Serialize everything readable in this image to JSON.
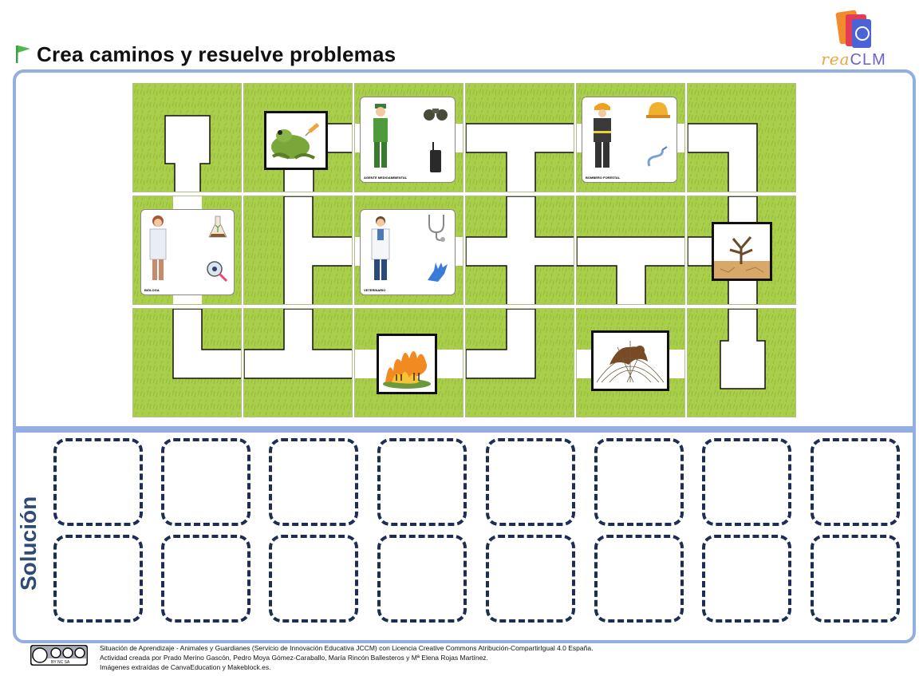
{
  "header": {
    "title": "Crea caminos y resuelve problemas",
    "logo_part1": "rea",
    "logo_part2": "CLM"
  },
  "solution": {
    "title": "Solución"
  },
  "professions": {
    "agente": "AGENTE MEDIOAMBIENTAL",
    "bombero": "BOMBERO FORESTAL",
    "biologa": "BIÓLOGA",
    "veterinario": "VETERINARIO"
  },
  "footer": {
    "line1": "Situación de Aprendizaje - Animales y Guardianes (Servicio de Innovación Educativa JCCM) con Licencia Creative Commons Atribución-CompartirIgual 4.0 España.",
    "line2": "Actividad creada por Prado Merino Gascón, Pedro Moya Gómez-Caraballo, María Rincón Ballesteros y Mª Elena Rojas Martínez.",
    "line3": "Imágenes extraídas de CanvaEducation y Makeblock.es.",
    "license": "BY NC SA"
  },
  "colors": {
    "grass": "#a8ce4a",
    "panel_border": "#93aee0",
    "slot_border": "#1c2e55",
    "solution_text": "#2f4a74"
  },
  "icons": [
    "flag-icon",
    "frog-icon",
    "syringe-icon",
    "binoculars-icon",
    "walkie-icon",
    "helmet-icon",
    "hose-icon",
    "flask-icon",
    "magnifier-icon",
    "stethoscope-icon",
    "glove-icon",
    "dry-tree-icon",
    "fire-icon",
    "trapped-eagle-icon",
    "cc-license-icon"
  ]
}
